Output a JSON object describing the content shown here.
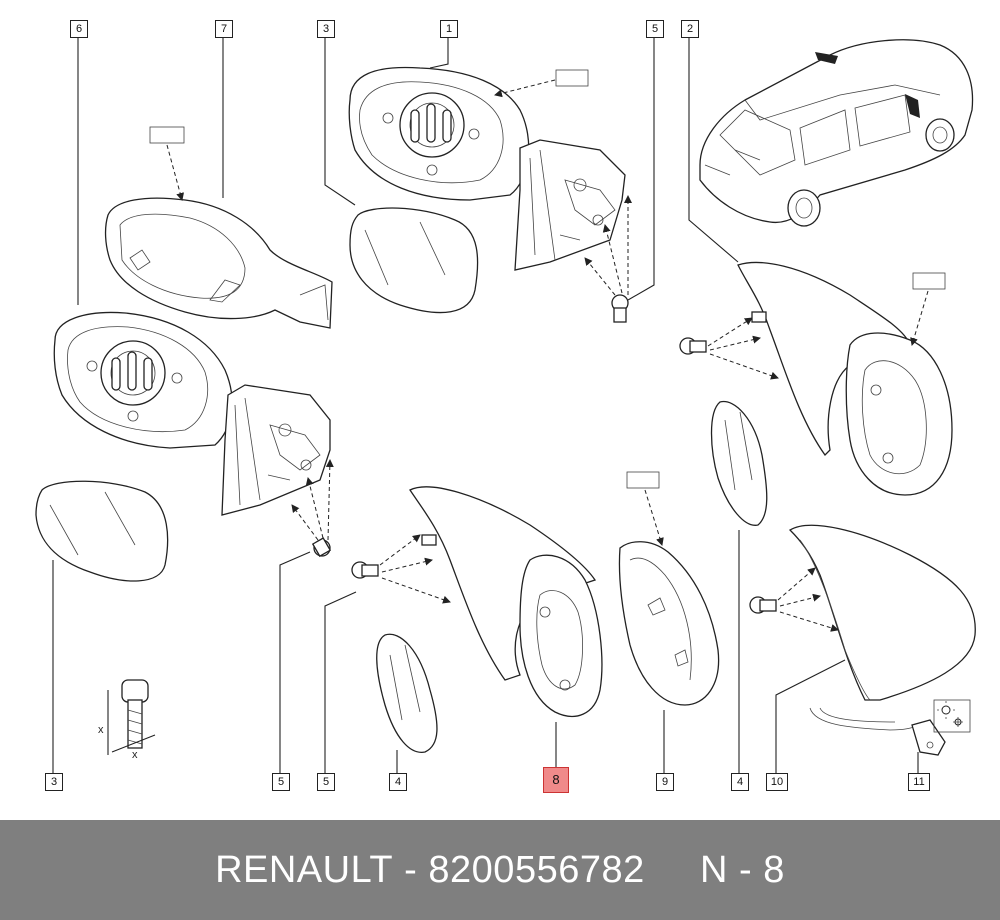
{
  "callouts": [
    "6",
    "7",
    "3",
    "1",
    "5",
    "2",
    "3",
    "5",
    "5",
    "4",
    "8",
    "9",
    "4",
    "10",
    "11"
  ],
  "highlighted_callout": "8",
  "footer": {
    "brand": "RENAULT",
    "separator": " - ",
    "part_number": "8200556782",
    "position": "N - 8"
  },
  "colors": {
    "footer_bg": "#7f7f7f",
    "highlight": "#f08a8a",
    "line": "#222222"
  }
}
